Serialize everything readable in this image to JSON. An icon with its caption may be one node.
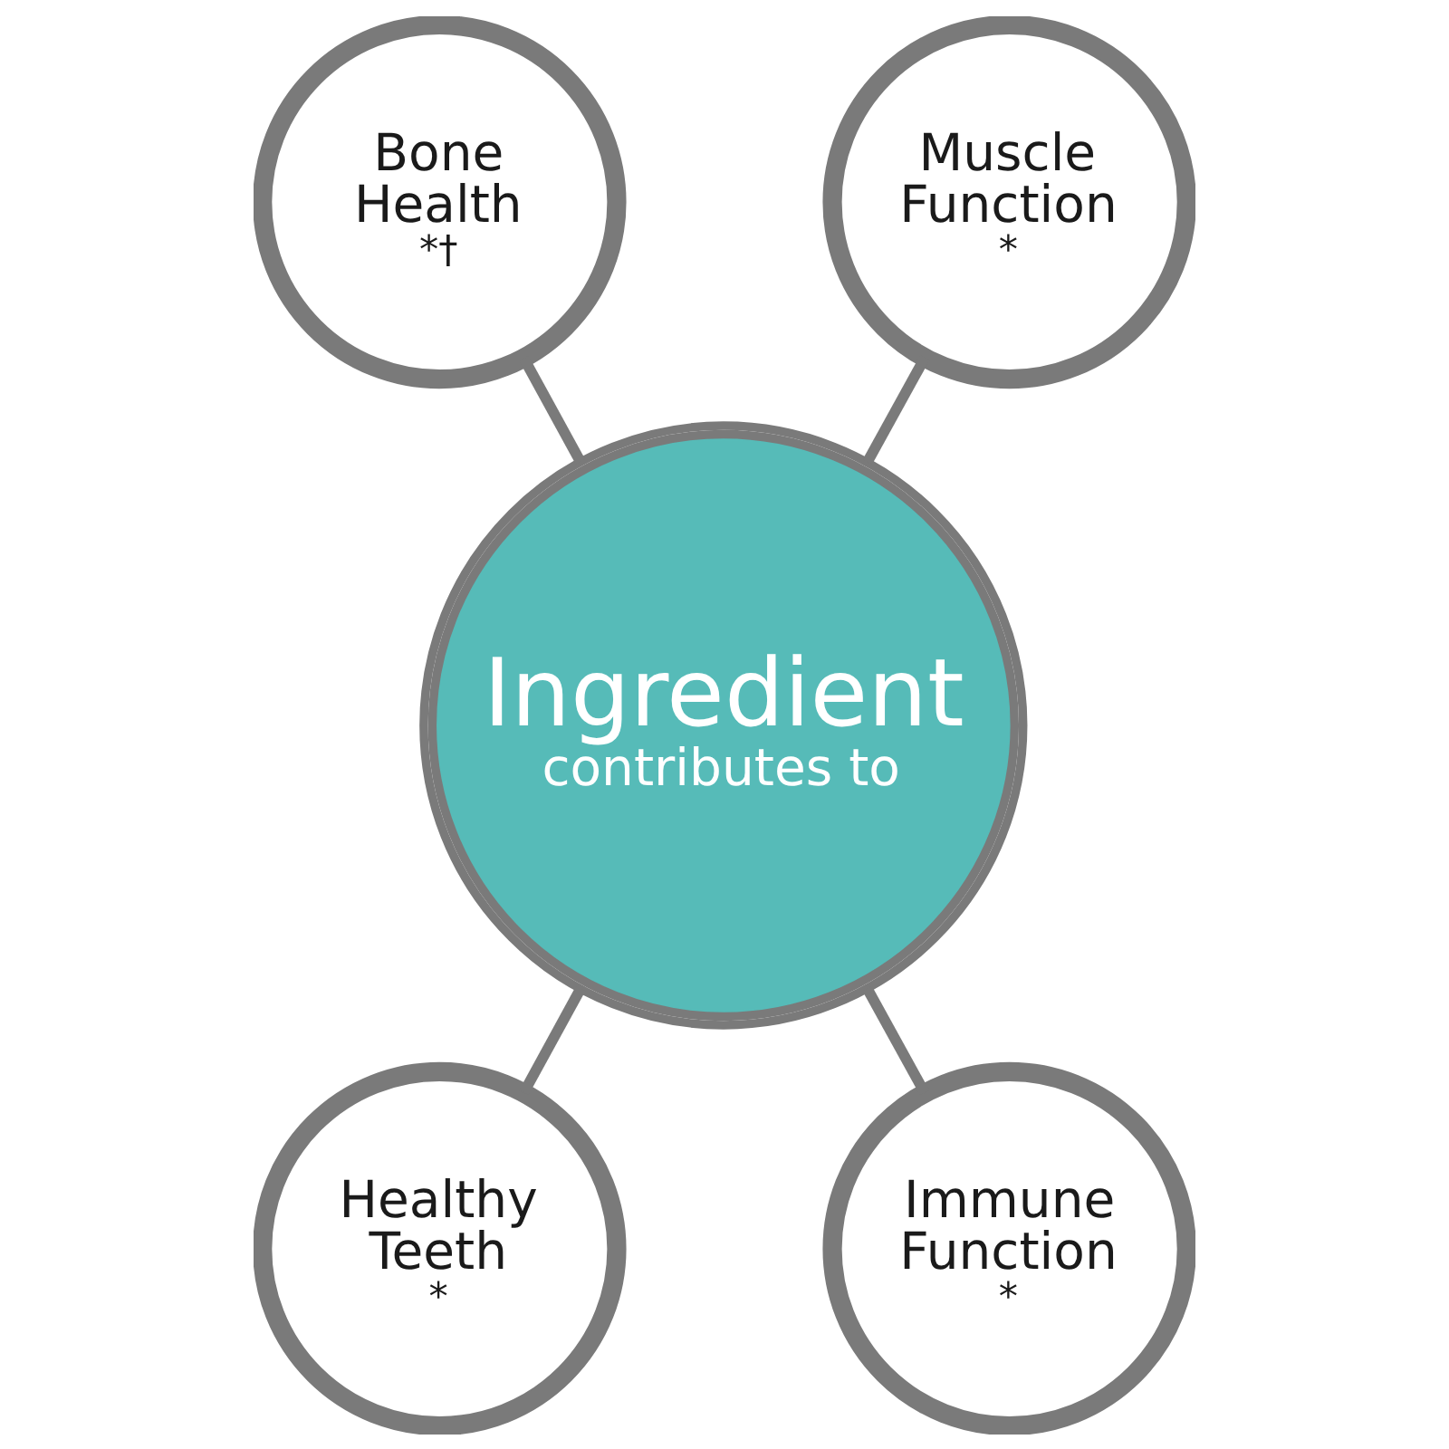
{
  "diagram": {
    "nodes": [
      {
        "text": [
          "Bone Health",
          "*†"
        ]
      },
      {
        "text": [
          "Muscle Function",
          "*"
        ]
      },
      {
        "text": [
          "Ingredient",
          "contributes to"
        ]
      },
      {
        "text": [
          "Healthy Teeth",
          "*"
        ]
      },
      {
        "text": [
          "Immune Function",
          "*"
        ]
      }
    ],
    "edges": [
      {
        "from": 0,
        "to": 2,
        "arrow": "none"
      },
      {
        "from": 1,
        "to": 2,
        "arrow": "none"
      },
      {
        "from": 2,
        "to": 3,
        "arrow": "none"
      },
      {
        "from": 2,
        "to": 4,
        "arrow": "none"
      }
    ]
  }
}
